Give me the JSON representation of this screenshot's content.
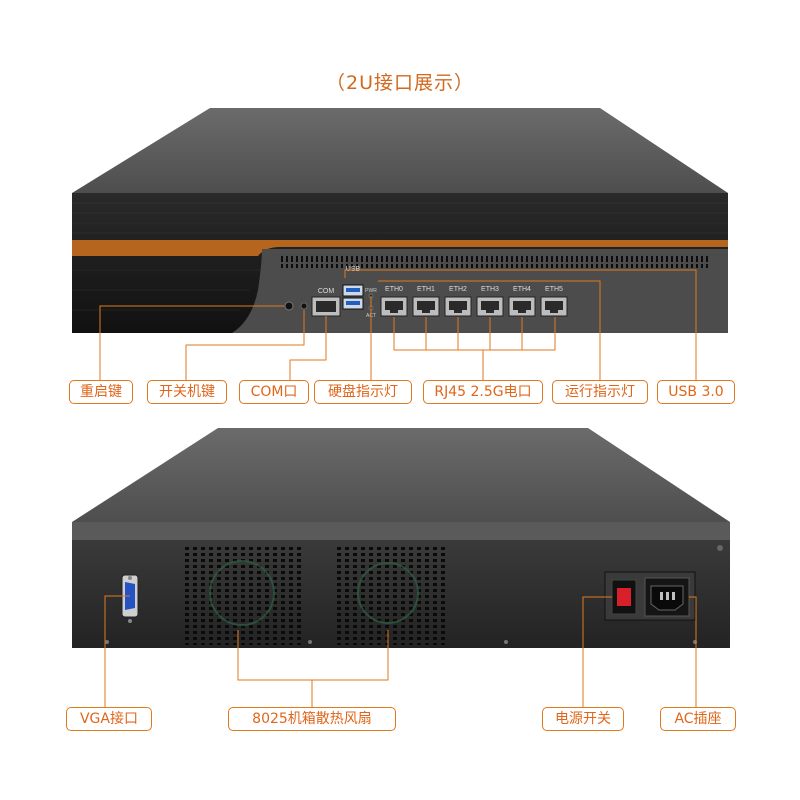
{
  "title": "（2U接口展示）",
  "front": {
    "port_text": {
      "com": "COM",
      "usb": "USB",
      "pwr": "PWR",
      "act": "ACT",
      "eth": [
        "ETH0",
        "ETH1",
        "ETH2",
        "ETH3",
        "ETH4",
        "ETH5"
      ]
    },
    "labels": {
      "reset": "重启键",
      "power": "开关机键",
      "com": "COM口",
      "hdd_led": "硬盘指示灯",
      "rj45": "RJ45 2.5G电口",
      "run_led": "运行指示灯",
      "usb": "USB 3.0"
    }
  },
  "back": {
    "labels": {
      "vga": "VGA接口",
      "fans": "8025机箱散热风扇",
      "power_switch": "电源开关",
      "ac": "AC插座"
    }
  },
  "colors": {
    "accent": "#e07a1f",
    "chassis_top": "#5f5f5f",
    "chassis_panel": "#1c1c1c",
    "stripe": "#b5651d"
  }
}
